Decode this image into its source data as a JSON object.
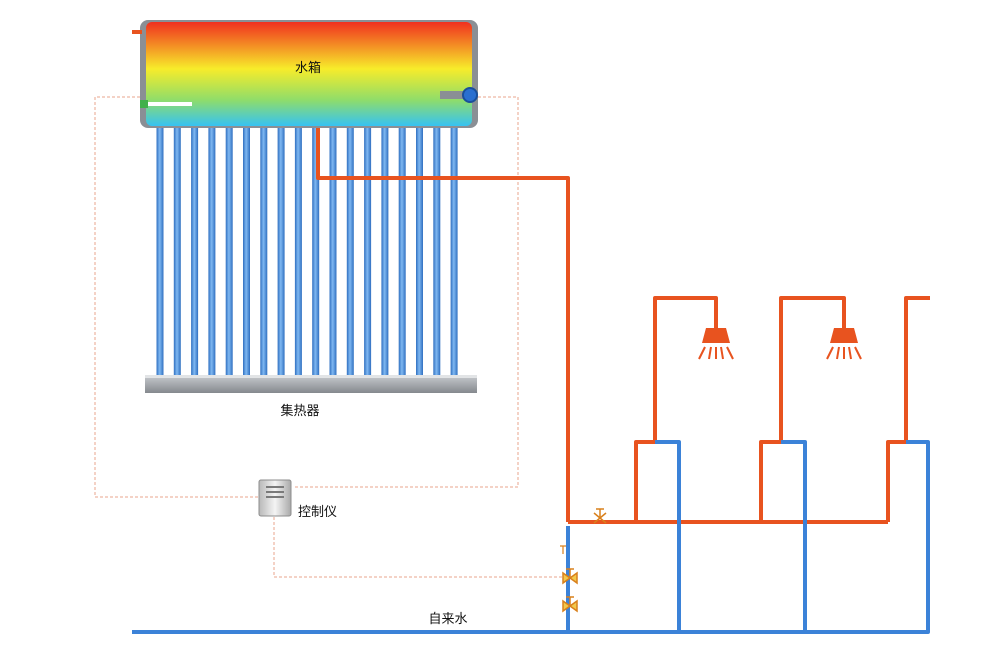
{
  "labels": {
    "tank": "水箱",
    "collector": "集热器",
    "controller": "控制仪",
    "tap_water": "自来水"
  },
  "colors": {
    "hot_pipe": "#e8531f",
    "cold_pipe": "#3b82d8",
    "control_wire": "#e9a68c",
    "tank_top": "#f0301f",
    "tank_mid": "#f7ec2a",
    "tank_bottom": "#36c3f2",
    "tube": "#4a8fe0",
    "manifold": "#9fa3a8",
    "controller_box": "#d9d9d9"
  },
  "tube_count": 18,
  "shower_count": 2
}
